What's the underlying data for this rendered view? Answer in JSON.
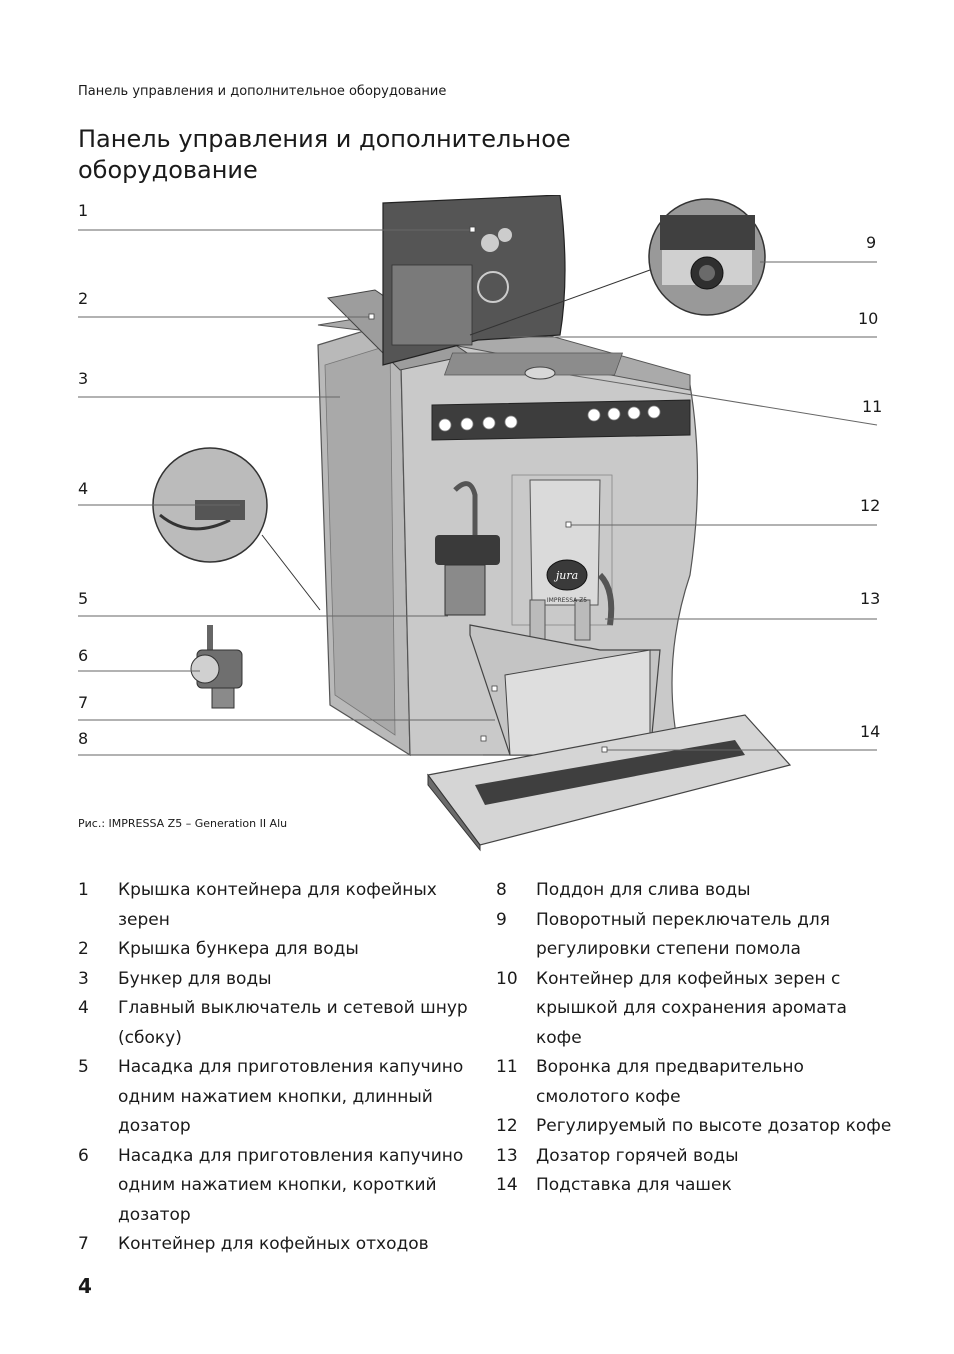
{
  "header": {
    "running_title": "Панель управления и дополнительное оборудование",
    "page_title": "Панель управления и дополнительное оборудование"
  },
  "figure": {
    "caption": "Рис.: IMPRESSA Z5 – Generation II Alu",
    "callouts_left": [
      "1",
      "2",
      "3",
      "4",
      "5",
      "6",
      "7",
      "8"
    ],
    "callouts_right": [
      "9",
      "10",
      "11",
      "12",
      "13",
      "14"
    ],
    "brand_logo_text": "jura",
    "model_text": "IMPRESSA Z5"
  },
  "legend": {
    "left": [
      {
        "num": "1",
        "text": "Крышка контейнера для кофейных зерен"
      },
      {
        "num": "2",
        "text": "Крышка бункера для воды"
      },
      {
        "num": "3",
        "text": "Бункер для воды"
      },
      {
        "num": "4",
        "text": "Главный выключатель и сетевой шнур (сбоку)"
      },
      {
        "num": "5",
        "text": "Насадка для приготовления капучино одним нажатием кнопки, длинный дозатор"
      },
      {
        "num": "6",
        "text": "Насадка для приготовления капучино одним нажатием кнопки, короткий дозатор"
      },
      {
        "num": "7",
        "text": "Контейнер для кофейных отходов"
      }
    ],
    "right": [
      {
        "num": "8",
        "text": "Поддон для слива воды"
      },
      {
        "num": "9",
        "text": "Поворотный переключатель для регулировки степени помола"
      },
      {
        "num": "10",
        "text": "Контейнер для кофейных зерен с крышкой для сохранения аромата кофе"
      },
      {
        "num": "11",
        "text": "Воронка для предварительно смолотого кофе"
      },
      {
        "num": "12",
        "text": "Регулируемый по высоте дозатор кофе"
      },
      {
        "num": "13",
        "text": "Дозатор горячей воды"
      },
      {
        "num": "14",
        "text": "Подставка для чашек"
      }
    ]
  },
  "page_number": "4"
}
